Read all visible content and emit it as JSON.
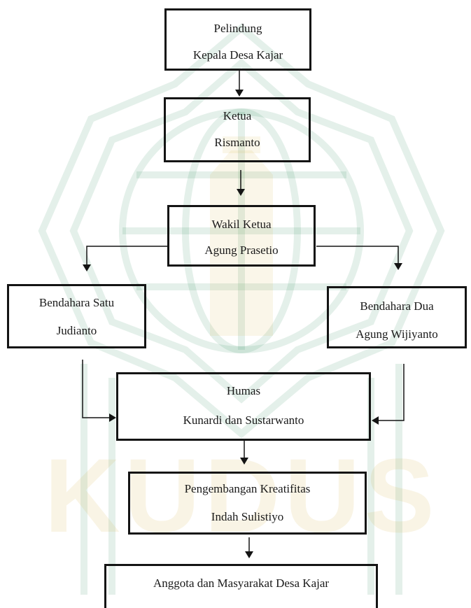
{
  "diagram": {
    "colors": {
      "line": "#141414",
      "watermark_green": "#2f8a5b",
      "watermark_gold": "#d5b24a"
    },
    "watermark_text": "KUDUS",
    "nodes": {
      "pelindung": {
        "title": "Pelindung",
        "name": "Kepala Desa Kajar"
      },
      "ketua": {
        "title": "Ketua",
        "name": "Rismanto"
      },
      "wakil_ketua": {
        "title": "Wakil Ketua",
        "name": "Agung Prasetio"
      },
      "bendahara_satu": {
        "title": "Bendahara Satu",
        "name": "Judianto"
      },
      "bendahara_dua": {
        "title": "Bendahara Dua",
        "name": "Agung Wijiyanto"
      },
      "humas": {
        "title": "Humas",
        "name": "Kunardi dan Sustarwanto"
      },
      "pengembangan": {
        "title": "Pengembangan Kreatifitas",
        "name": "Indah Sulistiyo"
      },
      "anggota": {
        "title": "Anggota dan Masyarakat Desa Kajar"
      }
    }
  }
}
